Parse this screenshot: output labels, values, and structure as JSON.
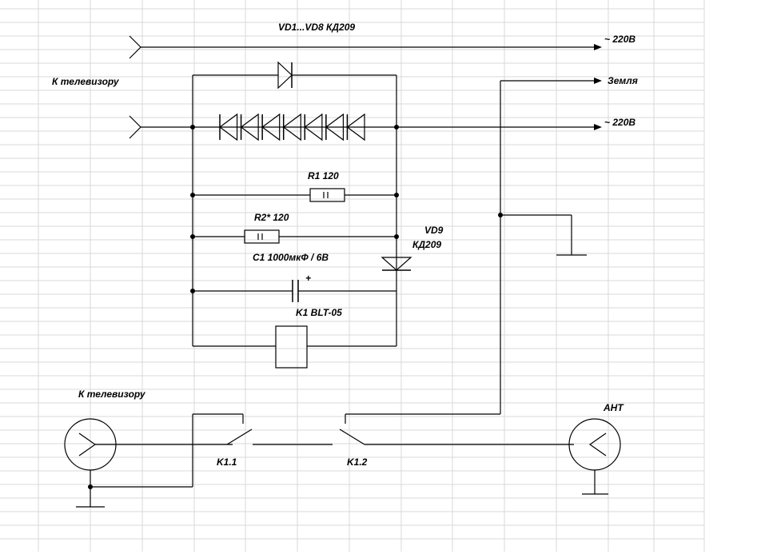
{
  "labels": {
    "diodes_top": "VD1...VD8 КД209",
    "mains_top": "~ 220В",
    "mains_mid": "~ 220В",
    "ground": "Земля",
    "tv_top": "К телевизору",
    "tv_bottom": "К телевизору",
    "r1": "R1 120",
    "r2": "R2* 120",
    "vd9_name": "VD9",
    "vd9_type": "КД209",
    "c1": "C1 1000мкФ / 6В",
    "c1_plus": "+",
    "k1": "K1 BLT-05",
    "k1_1": "K1.1",
    "k1_2": "K1.2",
    "antenna": "АНТ"
  },
  "colors": {
    "wire": "#000000",
    "grid": "#d9d9d9",
    "background": "#ffffff"
  }
}
